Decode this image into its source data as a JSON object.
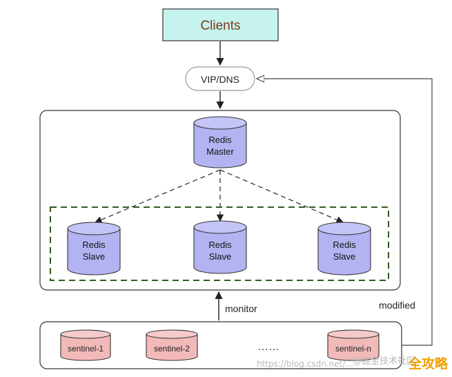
{
  "clients": {
    "label": "Clients"
  },
  "vip": {
    "label": "VIP/DNS"
  },
  "master": {
    "line1": "Redis",
    "line2": "Master"
  },
  "slaves": [
    {
      "line1": "Redis",
      "line2": "Slave"
    },
    {
      "line1": "Redis",
      "line2": "Slave"
    },
    {
      "line1": "Redis",
      "line2": "Slave"
    }
  ],
  "monitor": {
    "label": "monitor"
  },
  "modified": {
    "label": "modified"
  },
  "sentinels": [
    {
      "label": "sentinel-1"
    },
    {
      "label": "sentinel-2"
    },
    {
      "label": "sentinel-n"
    }
  ],
  "ellipsis": "……",
  "watermark": {
    "url": "https://blog.csdn.net/...",
    "source": "@掘金技术社区",
    "brand": "全攻略"
  },
  "colors": {
    "clients_fill": "#c7f3ee",
    "cylinder_fill": "#b3b3f2",
    "sentinel_fill": "#f2b9b9",
    "dashed_box": "#2f5a1e",
    "line": "#333333"
  }
}
